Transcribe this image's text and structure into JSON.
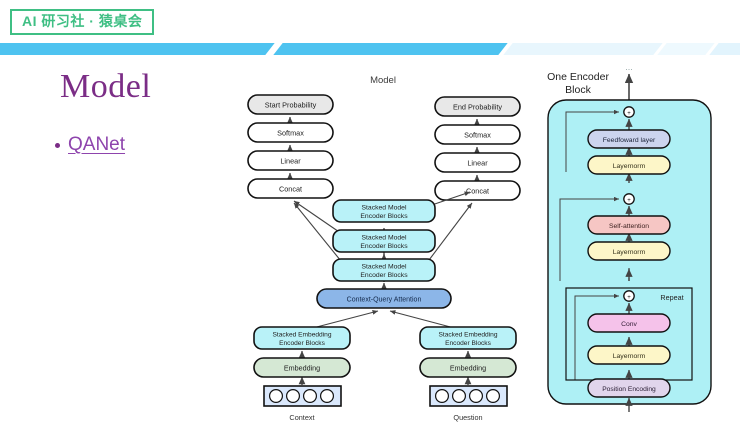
{
  "slide": {
    "brand": "AI 研习社 · 猿桌会",
    "title": "Model",
    "bullet": "QANet",
    "accent_purple": "#7B2D86",
    "accent_link": "#8E44AD",
    "brand_green": "#3fbf84",
    "band_colors": [
      "#4ec3f0",
      "#4ec3f0",
      "#e8f6fd",
      "#eef9fe",
      "#e2f4fd",
      "#e9f7fe",
      "#f2fbfe"
    ]
  },
  "figure": {
    "title": "Model",
    "left_column": [
      {
        "label": "Start Probability",
        "fill": "#e8e8e8"
      },
      {
        "label": "Softmax",
        "fill": "#ffffff"
      },
      {
        "label": "Linear",
        "fill": "#ffffff"
      },
      {
        "label": "Concat",
        "fill": "#ffffff"
      }
    ],
    "right_column": [
      {
        "label": "End Probability",
        "fill": "#e8e8e8"
      },
      {
        "label": "Softmax",
        "fill": "#ffffff"
      },
      {
        "label": "Linear",
        "fill": "#ffffff"
      },
      {
        "label": "Concat",
        "fill": "#ffffff"
      }
    ],
    "model_encoder_stack": [
      {
        "line1": "Stacked Model",
        "line2": "Encoder Blocks",
        "fill": "#b9f2f8"
      },
      {
        "line1": "Stacked Model",
        "line2": "Encoder Blocks",
        "fill": "#b9f2f8"
      },
      {
        "line1": "Stacked Model",
        "line2": "Encoder Blocks",
        "fill": "#b9f2f8"
      }
    ],
    "attention": {
      "label": "Context-Query Attention",
      "fill": "#8cb6e8"
    },
    "embedding_encoders": [
      {
        "line1": "Stacked Embedding",
        "line2": "Encoder Blocks",
        "fill": "#b9f2f8"
      },
      {
        "line1": "Stacked Embedding",
        "line2": "Encoder Blocks",
        "fill": "#b9f2f8"
      }
    ],
    "embeddings": [
      {
        "label": "Embedding",
        "fill": "#d5e8d4"
      },
      {
        "label": "Embedding",
        "fill": "#d5e8d4"
      }
    ],
    "token_rows": [
      {
        "caption": "Context",
        "tokens": 4,
        "fill": "#dae8fc"
      },
      {
        "caption": "Question",
        "tokens": 4,
        "fill": "#dae8fc"
      }
    ]
  },
  "encoder_block": {
    "title_line1": "One Encoder",
    "title_line2": "Block",
    "top_ellipsis": "...",
    "panel_fill": "#aef0f5",
    "repeat_label": "Repeat",
    "layers": [
      {
        "label": "Feedfoward layer",
        "fill": "#ccd4ee"
      },
      {
        "label": "Layernorm",
        "fill": "#fdf6c8"
      },
      {
        "label": "Self-attention",
        "fill": "#f6c6c4"
      },
      {
        "label": "Layernorm",
        "fill": "#fdf6c8"
      },
      {
        "label": "Conv",
        "fill": "#f5c2ea"
      },
      {
        "label": "Layernorm",
        "fill": "#fdf6c8"
      },
      {
        "label": "Position Encoding",
        "fill": "#e1d5ec"
      }
    ],
    "add_nodes": 3
  }
}
